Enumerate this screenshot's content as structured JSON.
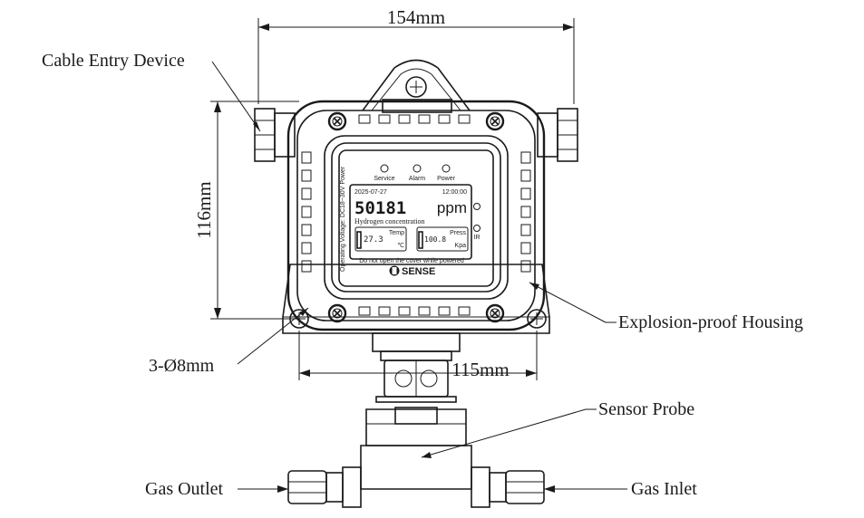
{
  "dimensions": {
    "width": "154mm",
    "height": "116mm",
    "hole_spacing": "115mm",
    "hole": "3-Ø8mm"
  },
  "labels": {
    "cable_entry": "Cable Entry Device",
    "housing": "Explosion-proof Housing",
    "sensor_probe": "Sensor Probe",
    "gas_outlet": "Gas Outlet",
    "gas_inlet": "Gas Inlet"
  },
  "display": {
    "led_service": "Service",
    "led_alarm": "Alarm",
    "led_power": "Power",
    "date": "2025-07-27",
    "time": "12:00:00",
    "reading": "50181",
    "unit": "ppm",
    "gas_name": "Hydrogen concentration",
    "temp_label": "Temp",
    "temp_value": "27.3",
    "temp_unit": "℃",
    "press_label": "Press",
    "press_value": "100.8",
    "press_unit": "Kpa",
    "side_text": "Operating Voltage: DC18~30V  Power",
    "warning": "Do not open the cover while powered",
    "brand": "SENSE",
    "ir_label": "IR"
  }
}
